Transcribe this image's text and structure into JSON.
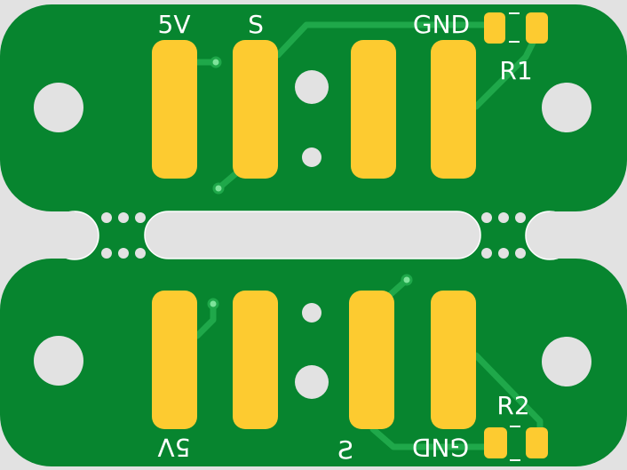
{
  "colors": {
    "background": "#e2e2e2",
    "board": "#07852f",
    "trace": "#1fa84a",
    "pad": "#fdcb30",
    "via": "#7de39a",
    "silkscreen": "#ffffff"
  },
  "top_board": {
    "labels": {
      "v5": "5V",
      "signal": "S",
      "ground": "GND",
      "resistor": "R1"
    }
  },
  "bottom_board": {
    "labels": {
      "v5": "5V",
      "signal": "S",
      "ground": "GND",
      "resistor": "R2"
    }
  }
}
